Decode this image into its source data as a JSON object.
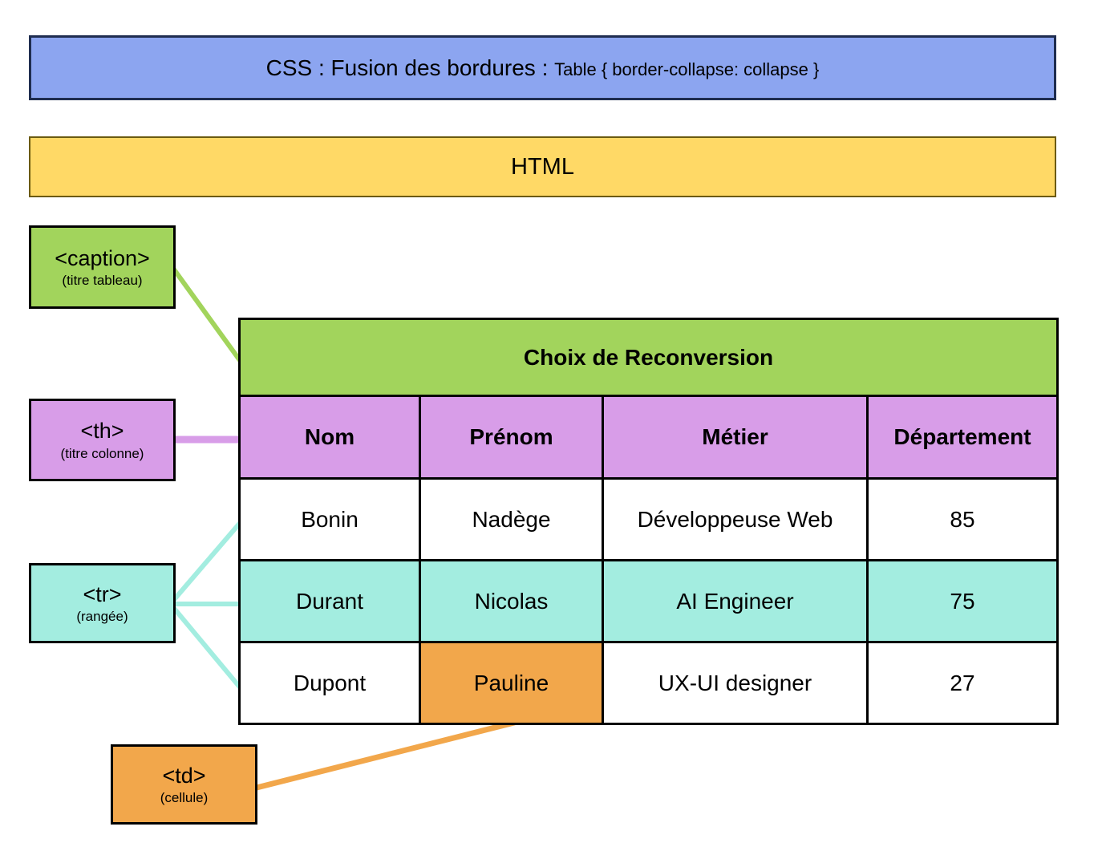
{
  "banners": {
    "css": {
      "prefix": "CSS : ",
      "middle": "Fusion des bordures : ",
      "code": "Table { border-collapse: collapse }"
    },
    "html": "HTML"
  },
  "labels": {
    "caption": {
      "tag": "<caption>",
      "desc": "(titre tableau)"
    },
    "th": {
      "tag": "<th>",
      "desc": "(titre colonne)"
    },
    "tr": {
      "tag": "<tr>",
      "desc": "(rangée)"
    },
    "td": {
      "tag": "<td>",
      "desc": "(cellule)"
    }
  },
  "table": {
    "caption": "Choix de Reconversion",
    "headers": [
      "Nom",
      "Prénom",
      "Métier",
      "Département"
    ],
    "rows": [
      [
        "Bonin",
        "Nadège",
        "Développeuse Web",
        "85"
      ],
      [
        "Durant",
        "Nicolas",
        "AI Engineer",
        "75"
      ],
      [
        "Dupont",
        "Pauline",
        "UX-UI designer",
        "27"
      ]
    ]
  },
  "colors": {
    "blue": "#8CA5F0",
    "yellow": "#FFD966",
    "green": "#A2D45C",
    "purple": "#D89DE8",
    "teal": "#A3EDE0",
    "orange": "#F2A74B"
  }
}
